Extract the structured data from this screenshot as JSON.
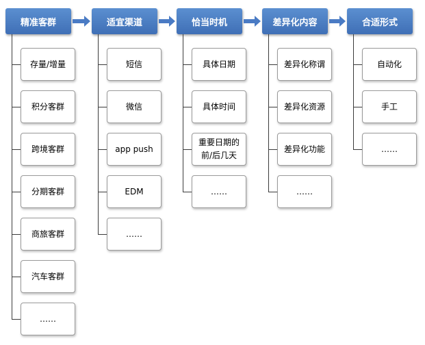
{
  "columns": [
    {
      "header": "精准客群",
      "items": [
        "存量/增量",
        "积分客群",
        "跨境客群",
        "分期客群",
        "商旅客群",
        "汽车客群",
        "……"
      ]
    },
    {
      "header": "适宜渠道",
      "items": [
        "短信",
        "微信",
        "app push",
        "EDM",
        "……"
      ]
    },
    {
      "header": "恰当时机",
      "items": [
        "具体日期",
        "具体时间",
        "重要日期的前/后几天",
        "……"
      ]
    },
    {
      "header": "差异化内容",
      "items": [
        "差异化称谓",
        "差异化资源",
        "差异化功能",
        "……"
      ]
    },
    {
      "header": "合适形式",
      "items": [
        "自动化",
        "手工",
        "……"
      ]
    }
  ],
  "colors": {
    "header": "#4a7bc4",
    "arrow": "#4a7bc4",
    "line": "#3a3a3a",
    "border": "#9a9a9a"
  }
}
